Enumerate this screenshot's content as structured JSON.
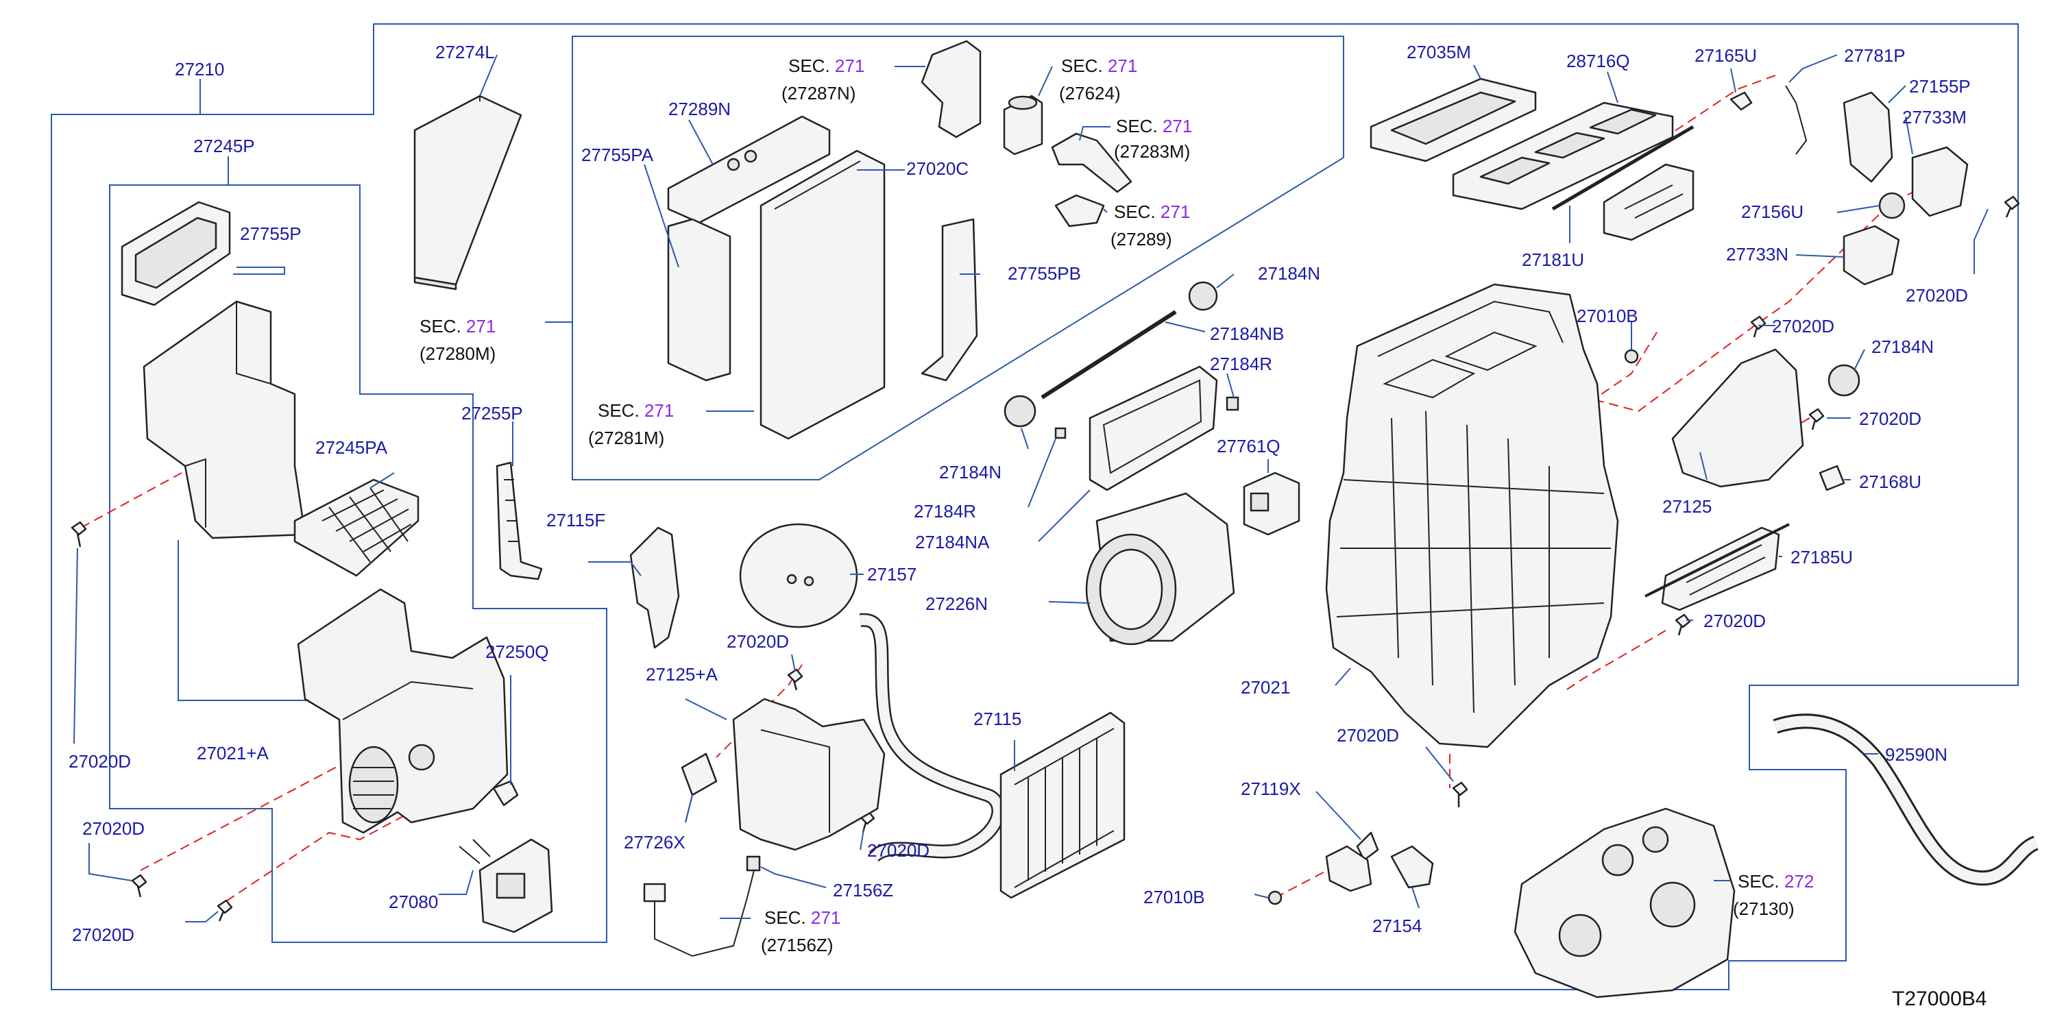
{
  "diagram_code": "T27000B4",
  "sec_prefix": "SEC.",
  "parts": {
    "p27210": "27210",
    "p27245P": "27245P",
    "p27755P": "27755P",
    "p27245PA": "27245PA",
    "p27255P": "27255P",
    "p27020D_left": "27020D",
    "p27021A": "27021+A",
    "p27250Q": "27250Q",
    "p27020D_a": "27020D",
    "p27020D_b": "27020D",
    "p27080": "27080",
    "p27274L": "27274L",
    "p27289N": "27289N",
    "p27755PA": "27755PA",
    "p27020C": "27020C",
    "p27755PB": "27755PB",
    "p27184N_top": "27184N",
    "p27184NB": "27184NB",
    "p27184R_top": "27184R",
    "p27184N_mid": "27184N",
    "p27184R_mid": "27184R",
    "p27184NA": "27184NA",
    "p27761Q": "27761Q",
    "p27226N": "27226N",
    "p27115F": "27115F",
    "p27157": "27157",
    "p27020D_c": "27020D",
    "p27125A": "27125+A",
    "p27726X": "27726X",
    "p27020D_d": "27020D",
    "p27156Z": "27156Z",
    "p27115": "27115",
    "p27035M": "27035M",
    "p28716Q": "28716Q",
    "p27165U": "27165U",
    "p27781P": "27781P",
    "p27155P": "27155P",
    "p27733M": "27733M",
    "p27156U": "27156U",
    "p27181U": "27181U",
    "p27733N": "27733N",
    "p27020D_e": "27020D",
    "p27010B_top": "27010B",
    "p27020D_f": "27020D",
    "p27184N_right": "27184N",
    "p27020D_g": "27020D",
    "p27168U": "27168U",
    "p27125": "27125",
    "p27185U": "27185U",
    "p27020D_h": "27020D",
    "p27021": "27021",
    "p27020D_i": "27020D",
    "p27119X": "27119X",
    "p27010B_bot": "27010B",
    "p27154": "27154",
    "p92590N": "92590N"
  },
  "sections": [
    {
      "num": "271",
      "ref": "(27287N)"
    },
    {
      "num": "271",
      "ref": "(27624)"
    },
    {
      "num": "271",
      "ref": "(27283M)"
    },
    {
      "num": "271",
      "ref": "(27289)"
    },
    {
      "num": "271",
      "ref": "(27280M)"
    },
    {
      "num": "271",
      "ref": "(27281M)"
    },
    {
      "num": "271",
      "ref": "(27156Z)"
    },
    {
      "num": "272",
      "ref": "(27130)"
    }
  ]
}
